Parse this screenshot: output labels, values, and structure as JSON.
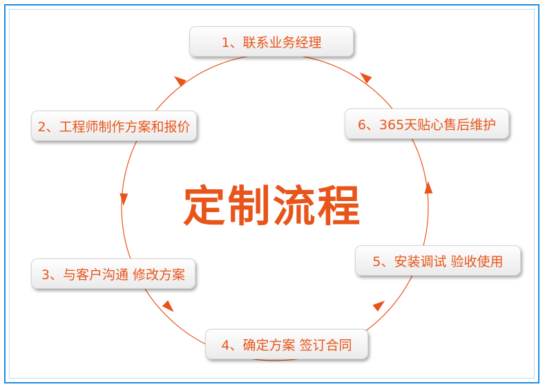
{
  "title": "定制流程",
  "steps": [
    "1、联系业务经理",
    "2、工程师制作方案和报价",
    "3、与客户沟通 修改方案",
    "4、确定方案 签订合同",
    "5、安装调试 验收使用",
    "6、365天贴心售后维护"
  ],
  "colors": {
    "accent": "#e8551a",
    "frame": "#1f8fe0"
  }
}
